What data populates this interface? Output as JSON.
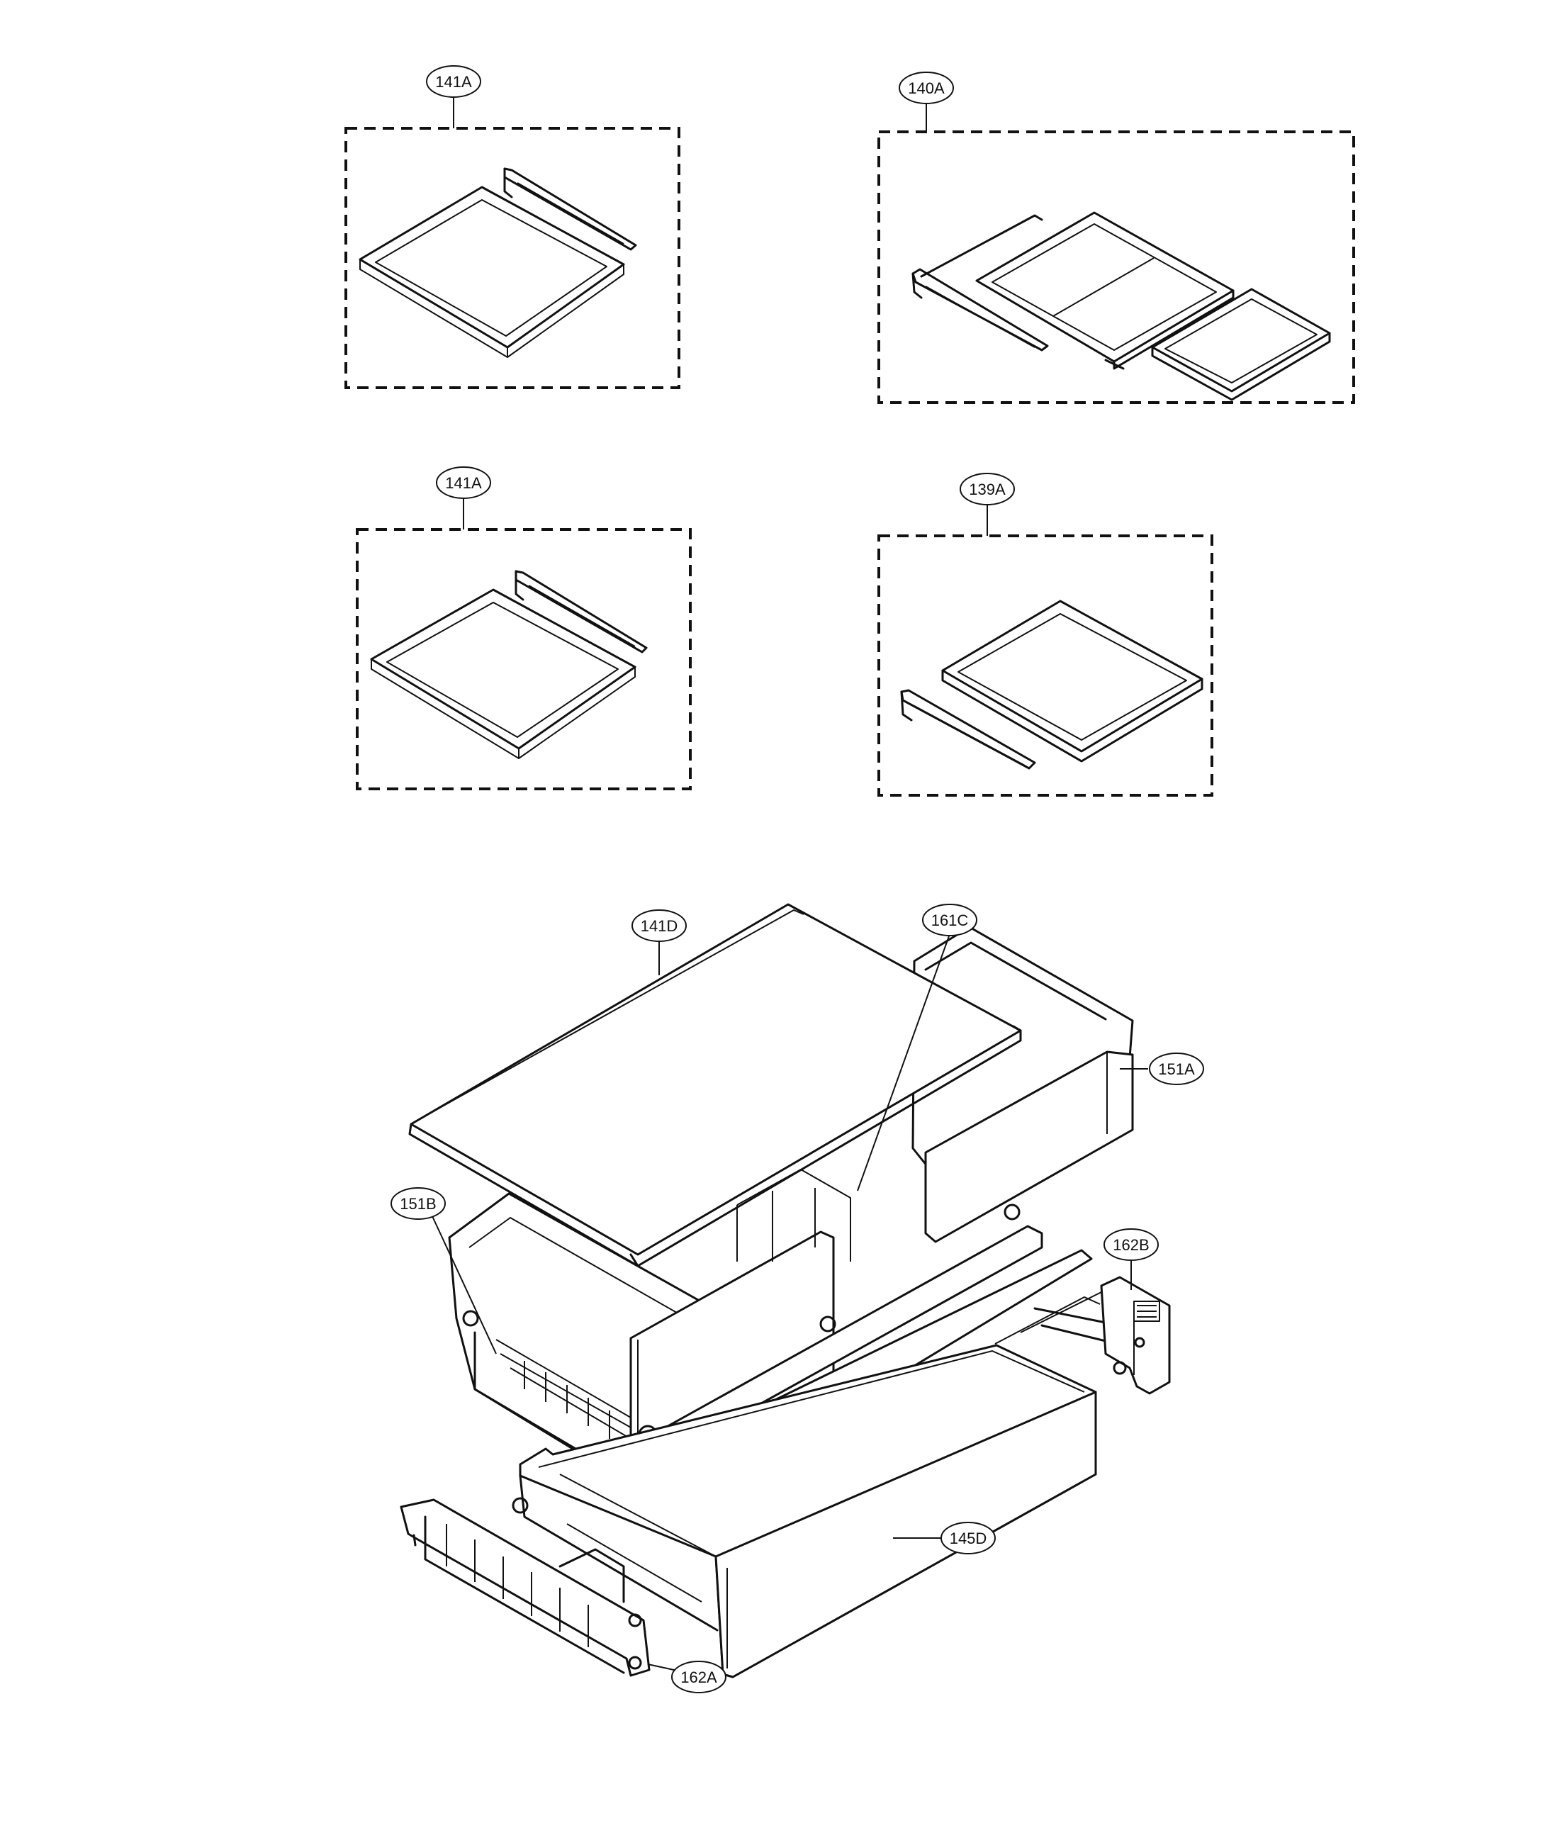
{
  "callouts": {
    "a": "141A",
    "b": "140A",
    "c": "141A",
    "d": "139A",
    "e": "141D",
    "f": "161C",
    "g": "151A",
    "h": "151B",
    "i": "162B",
    "j": "145D",
    "k": "162A"
  }
}
